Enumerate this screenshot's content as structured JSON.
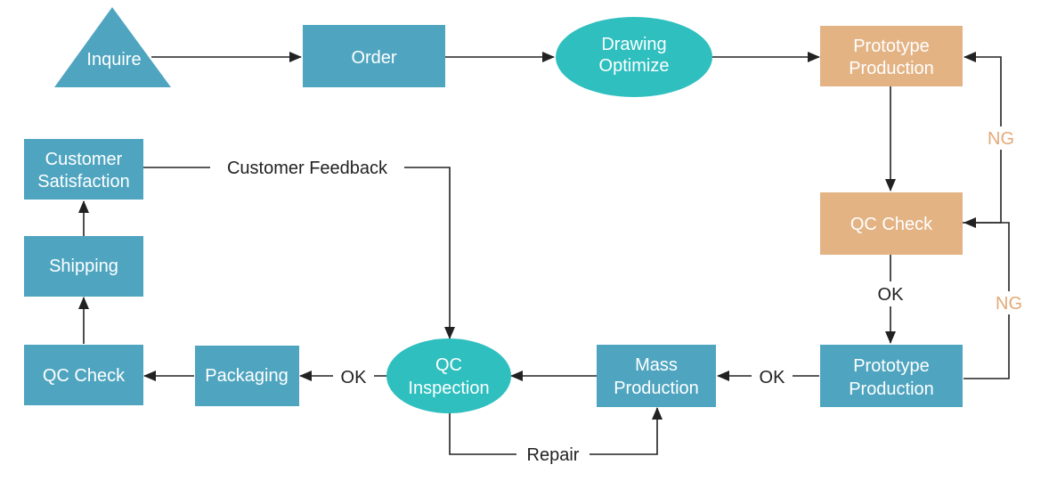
{
  "colors": {
    "blue": "#4fa5c0",
    "teal": "#2fbfbf",
    "tan": "#e3b384",
    "line": "#222222",
    "ng": "#e3a978"
  },
  "nodes": {
    "inquire": {
      "lines": [
        "Inquire"
      ],
      "shape": "triangle"
    },
    "order": {
      "lines": [
        "Order"
      ],
      "shape": "rect"
    },
    "drawing_optimize": {
      "lines": [
        "Drawing",
        "Optimize"
      ],
      "shape": "ellipse"
    },
    "prototype_production_top": {
      "lines": [
        "Prototype",
        "Production"
      ],
      "shape": "rect"
    },
    "qc_check_right": {
      "lines": [
        "QC Check"
      ],
      "shape": "rect"
    },
    "prototype_production_bottom": {
      "lines": [
        "Prototype",
        "Production"
      ],
      "shape": "rect"
    },
    "mass_production": {
      "lines": [
        "Mass",
        "Production"
      ],
      "shape": "rect"
    },
    "qc_inspection": {
      "lines": [
        "QC",
        "Inspection"
      ],
      "shape": "ellipse"
    },
    "packaging": {
      "lines": [
        "Packaging"
      ],
      "shape": "rect"
    },
    "qc_check_left": {
      "lines": [
        "QC Check"
      ],
      "shape": "rect"
    },
    "shipping": {
      "lines": [
        "Shipping"
      ],
      "shape": "rect"
    },
    "customer_satisfaction": {
      "lines": [
        "Customer",
        "Satisfaction"
      ],
      "shape": "rect"
    }
  },
  "edge_labels": {
    "ng_top": "NG",
    "ng_bottom": "NG",
    "ok_qc_to_prototype": "OK",
    "ok_prototype_to_mass": "OK",
    "ok_inspection_to_packaging": "OK",
    "repair": "Repair",
    "customer_feedback": "Customer Feedback"
  }
}
